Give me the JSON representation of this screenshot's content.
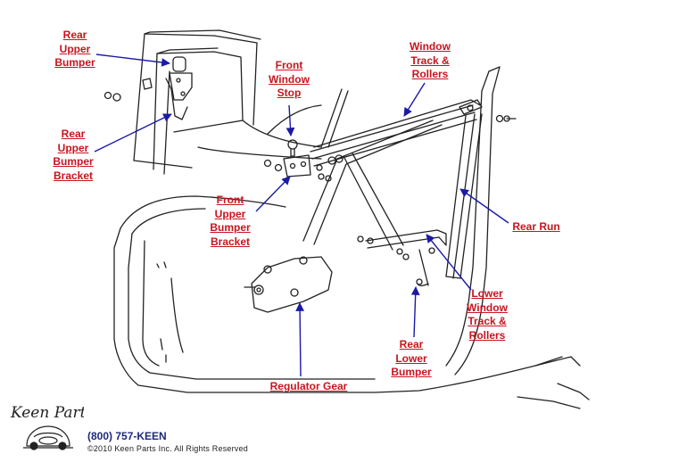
{
  "labels": {
    "rear_upper_bumper": [
      "Rear",
      "Upper",
      "Bumper"
    ],
    "rear_upper_bumper_bracket": [
      "Rear",
      "Upper",
      "Bumper",
      "Bracket"
    ],
    "front_window_stop": [
      "Front",
      "Window",
      "Stop"
    ],
    "front_upper_bumper_bracket": [
      "Front",
      "Upper",
      "Bumper",
      "Bracket"
    ],
    "window_track_rollers": [
      "Window",
      "Track &",
      "Rollers"
    ],
    "rear_run": [
      "Rear Run"
    ],
    "lower_window_track_rollers": [
      "Lower",
      "Window",
      "Track &",
      "Rollers"
    ],
    "rear_lower_bumper": [
      "Rear",
      "Lower",
      "Bumper"
    ],
    "regulator_gear": [
      "Regulator Gear"
    ]
  },
  "footer": {
    "brand": "Keen Parts",
    "phone": "(800) 757-KEEN",
    "copyright": "©2010 Keen Parts Inc. All Rights Reserved"
  },
  "colors": {
    "label": "#c8141e",
    "arrow": "#1a1aa6",
    "line": "#222222"
  }
}
